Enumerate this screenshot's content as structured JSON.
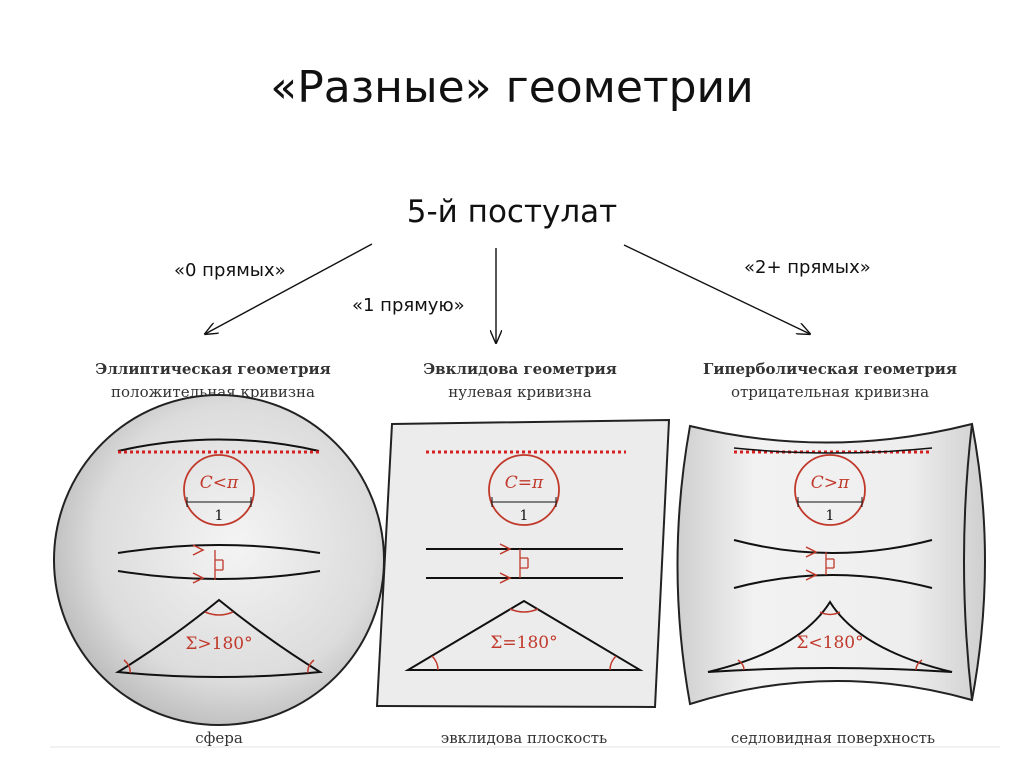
{
  "title": "«Разные» геометрии",
  "postulate": "5-й постулат",
  "branches": {
    "left": "«0 прямых»",
    "center": "«1 прямую»",
    "right": "«2+ прямых»"
  },
  "panels": [
    {
      "heading": "Эллиптическая геометрия",
      "curvature": "положительная кривизна",
      "circle_label": "C<π",
      "radius": "1",
      "angle_sum": "Σ>180°",
      "caption": "сфера"
    },
    {
      "heading": "Эвклидова геометрия",
      "curvature": "нулевая кривизна",
      "circle_label": "C=π",
      "radius": "1",
      "angle_sum": "Σ=180°",
      "caption": "эвклидова плоскость"
    },
    {
      "heading": "Гиперболическая геометрия",
      "curvature": "отрицательная кривизна",
      "circle_label": "C>π",
      "radius": "1",
      "angle_sum": "Σ<180°",
      "caption": "седловидная поверхность"
    }
  ],
  "colors": {
    "accent_red": "#c0392b",
    "line": "#111111",
    "surface_gray": "#d9d9d9"
  }
}
